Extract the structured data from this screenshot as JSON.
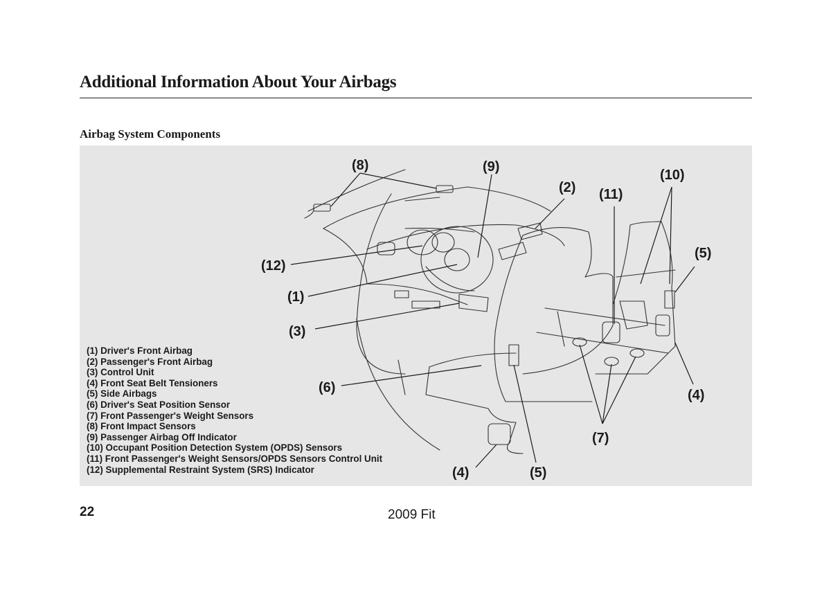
{
  "page": {
    "title": "Additional Information About Your Airbags",
    "section_heading": "Airbag System Components",
    "page_number": "22",
    "footer_model": "2009  Fit"
  },
  "figure": {
    "callouts": {
      "c8": "(8)",
      "c9": "(9)",
      "c2": "(2)",
      "c11": "(11)",
      "c10": "(10)",
      "c12": "(12)",
      "c5a": "(5)",
      "c1": "(1)",
      "c3": "(3)",
      "c6": "(6)",
      "c4a": "(4)",
      "c7": "(7)",
      "c4b": "(4)",
      "c5b": "(5)"
    },
    "legend": [
      "(1) Driver's Front Airbag",
      "(2) Passenger's Front Airbag",
      "(3) Control Unit",
      "(4) Front Seat Belt Tensioners",
      "(5) Side Airbags",
      "(6) Driver's Seat Position Sensor",
      "(7) Front Passenger's Weight Sensors",
      "(8) Front Impact Sensors",
      "(9) Passenger Airbag Off Indicator",
      "(10) Occupant Position Detection System (OPDS) Sensors",
      "(11) Front Passenger's Weight Sensors/OPDS Sensors Control Unit",
      "(12) Supplemental Restraint System (SRS) Indicator"
    ]
  }
}
